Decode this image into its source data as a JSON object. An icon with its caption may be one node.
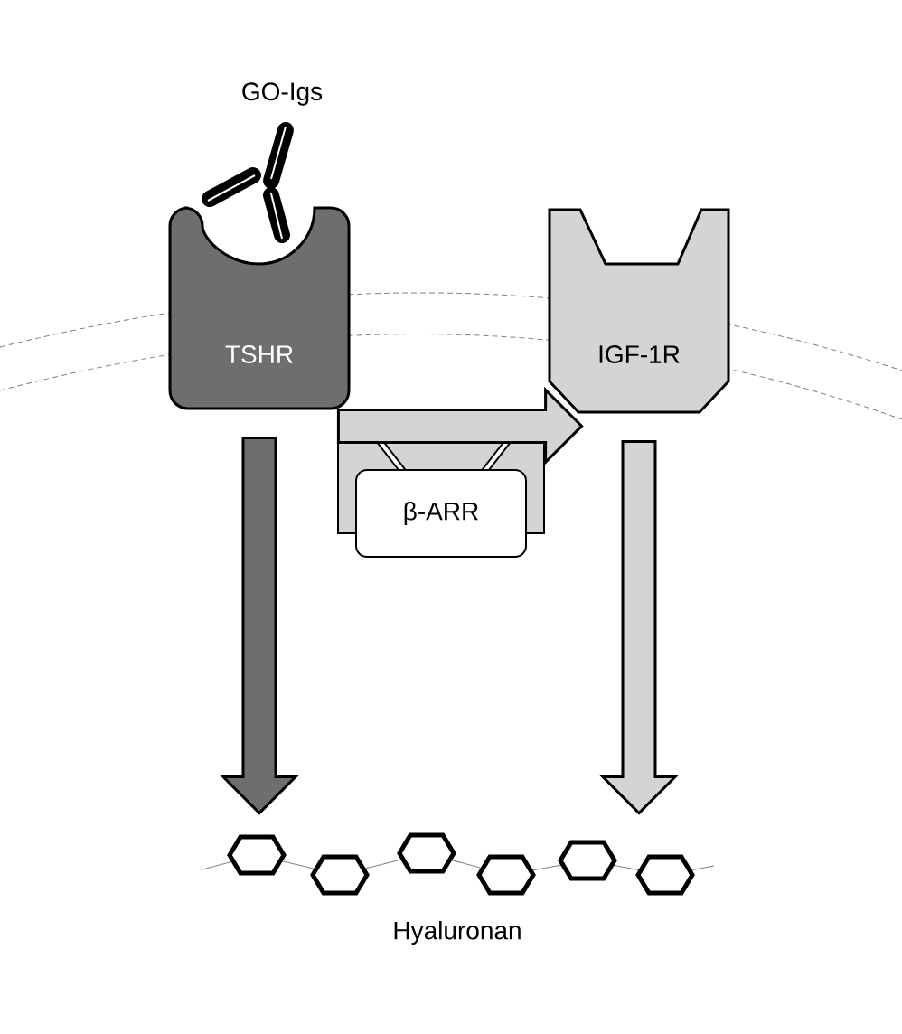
{
  "diagram": {
    "nodes": [
      {
        "text": [
          "TSHR"
        ]
      },
      {
        "text": [
          "IGF-1R"
        ]
      },
      {
        "text": [
          "β-ARR"
        ]
      },
      {
        "text": [
          "Hyaluronan"
        ]
      }
    ],
    "edges": [
      {
        "from": 0,
        "to": 3,
        "arrow": "to",
        "color": "#6e6e6e"
      },
      {
        "from": 1,
        "to": 3,
        "arrow": "to"
      },
      {
        "from": 0,
        "to": 1,
        "arrow": "to"
      }
    ],
    "labels": [
      "GO-Igs"
    ]
  }
}
